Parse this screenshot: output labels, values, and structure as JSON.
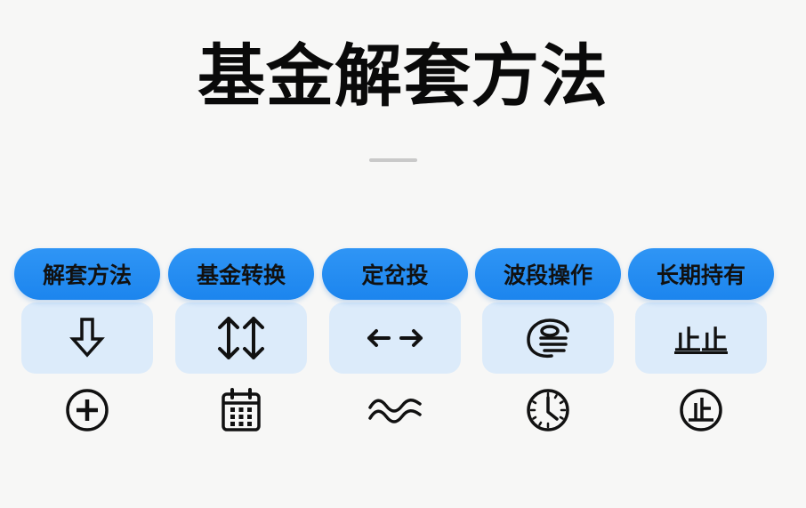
{
  "title": "基金解套方法",
  "colors": {
    "accent": "#1f88f0",
    "panel": "#dcebfa",
    "background": "#f7f7f6",
    "text": "#0a0a0a"
  },
  "columns": [
    {
      "label": "解套方法",
      "panel_icon": "down-arrow-outline-icon",
      "bottom_icon": "circle-plus-icon"
    },
    {
      "label": "基金转换",
      "panel_icon": "double-vertical-arrow-icon",
      "bottom_icon": "calendar-icon"
    },
    {
      "label": "定岔投",
      "panel_icon": "left-right-arrow-icon",
      "bottom_icon": "wave-icon"
    },
    {
      "label": "波段操作",
      "panel_icon": "coin-stack-icon",
      "bottom_icon": "clock-icon"
    },
    {
      "label": "长期持有",
      "panel_text": "止止",
      "panel_icon": "stop-text-icon",
      "bottom_icon": "circle-stop-icon",
      "bottom_text": "止"
    }
  ]
}
